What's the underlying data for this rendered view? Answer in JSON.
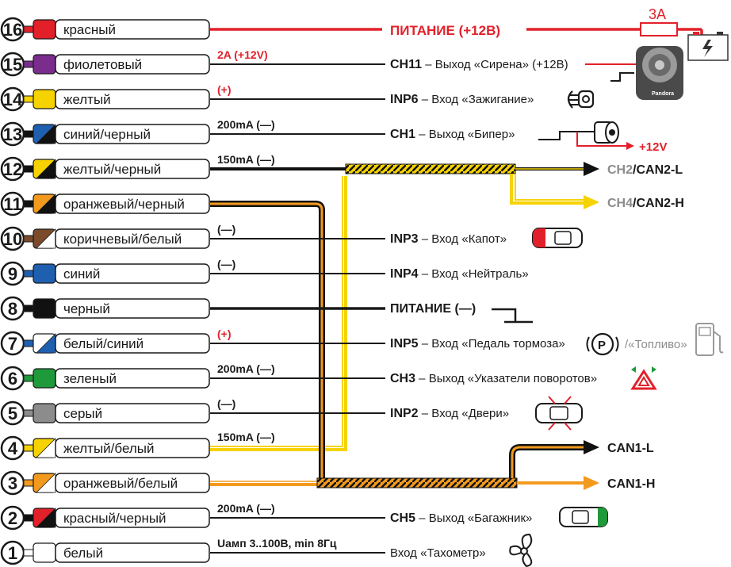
{
  "pins": [
    {
      "num": "16",
      "color_name": "красный",
      "primary": "#e2202a",
      "secondary": null,
      "spec": "",
      "fn_code": "ПИТАНИЕ (+12В)",
      "fn_desc": ""
    },
    {
      "num": "15",
      "color_name": "фиолетовый",
      "primary": "#7b2d8e",
      "secondary": null,
      "spec": "2A (+12V)",
      "fn_code": "CH11",
      "fn_desc": " – Выход «Сирена» (+12В)"
    },
    {
      "num": "14",
      "color_name": "желтый",
      "primary": "#f6d200",
      "secondary": null,
      "spec": "(+)",
      "fn_code": "INP6",
      "fn_desc": " – Вход «Зажигание»"
    },
    {
      "num": "13",
      "color_name": "синий/черный",
      "primary": "#1f5fb0",
      "secondary": "#111111",
      "spec": "200mA (—)",
      "fn_code": "CH1",
      "fn_desc": " – Выход «Бипер»"
    },
    {
      "num": "12",
      "color_name": "желтый/черный",
      "primary": "#f6d200",
      "secondary": "#111111",
      "spec": "150mA (—)",
      "fn_code": "",
      "fn_desc": ""
    },
    {
      "num": "11",
      "color_name": "оранжевый/черный",
      "primary": "#f39a1e",
      "secondary": "#111111",
      "spec": "",
      "fn_code": "",
      "fn_desc": ""
    },
    {
      "num": "10",
      "color_name": "коричневый/белый",
      "primary": "#7a4a2a",
      "secondary": "#ffffff",
      "spec": "(—)",
      "fn_code": "INP3",
      "fn_desc": " – Вход «Капот»"
    },
    {
      "num": "9",
      "color_name": "синий",
      "primary": "#1f5fb0",
      "secondary": null,
      "spec": "(—)",
      "fn_code": "INP4",
      "fn_desc": " – Вход «Нейтраль»"
    },
    {
      "num": "8",
      "color_name": "черный",
      "primary": "#111111",
      "secondary": null,
      "spec": "",
      "fn_code": "ПИТАНИЕ (—)",
      "fn_desc": ""
    },
    {
      "num": "7",
      "color_name": "белый/синий",
      "primary": "#ffffff",
      "secondary": "#1f5fb0",
      "spec": "(+)",
      "fn_code": "INP5",
      "fn_desc": " – Вход «Педаль тормоза»"
    },
    {
      "num": "6",
      "color_name": "зеленый",
      "primary": "#1f9a3a",
      "secondary": null,
      "spec": "200mA (—)",
      "fn_code": "CH3",
      "fn_desc": " – Выход «Указатели поворотов»"
    },
    {
      "num": "5",
      "color_name": "серый",
      "primary": "#8c8c8c",
      "secondary": null,
      "spec": "(—)",
      "fn_code": "INP2",
      "fn_desc": " – Вход «Двери»"
    },
    {
      "num": "4",
      "color_name": "желтый/белый",
      "primary": "#f6d200",
      "secondary": "#ffffff",
      "spec": "150mA (—)",
      "fn_code": "",
      "fn_desc": ""
    },
    {
      "num": "3",
      "color_name": "оранжевый/белый",
      "primary": "#f39a1e",
      "secondary": "#ffffff",
      "spec": "",
      "fn_code": "",
      "fn_desc": ""
    },
    {
      "num": "2",
      "color_name": "красный/черный",
      "primary": "#e2202a",
      "secondary": "#111111",
      "spec": "200mA (—)",
      "fn_code": "CH5",
      "fn_desc": " – Выход «Багажник»"
    },
    {
      "num": "1",
      "color_name": "белый",
      "primary": "#ffffff",
      "secondary": null,
      "spec": "Uамп 3..100В, min 8Гц",
      "fn_code": "",
      "fn_desc": "Вход «Тахометр»"
    }
  ],
  "red_specs": [
    "2A (+12V)",
    "(+)"
  ],
  "fuse_label": "3A",
  "siren_brand": "Pandora",
  "beeper_plus": "+12V",
  "can_outputs": {
    "ch2": {
      "code": "CH2",
      "sep": "/",
      "name": "CAN2-L"
    },
    "ch4": {
      "code": "CH4",
      "sep": "/",
      "name": "CAN2-H"
    },
    "can1l": "CAN1-L",
    "can1h": "CAN1-H"
  },
  "fuel_alt": "/«Топливо»",
  "icons": [
    "battery-icon",
    "fuse-icon",
    "siren-icon",
    "ignition-key-icon",
    "beeper-icon",
    "hood-car-icon",
    "parking-brake-icon",
    "fuel-pump-icon",
    "hazard-triangle-icon",
    "door-car-icon",
    "trunk-car-icon",
    "fan-icon",
    "ground-icon"
  ],
  "colors": {
    "red": "#e2202a",
    "orange": "#f39a1e",
    "yellow": "#f6d200",
    "black": "#111111",
    "gray": "#8c8c8c"
  }
}
